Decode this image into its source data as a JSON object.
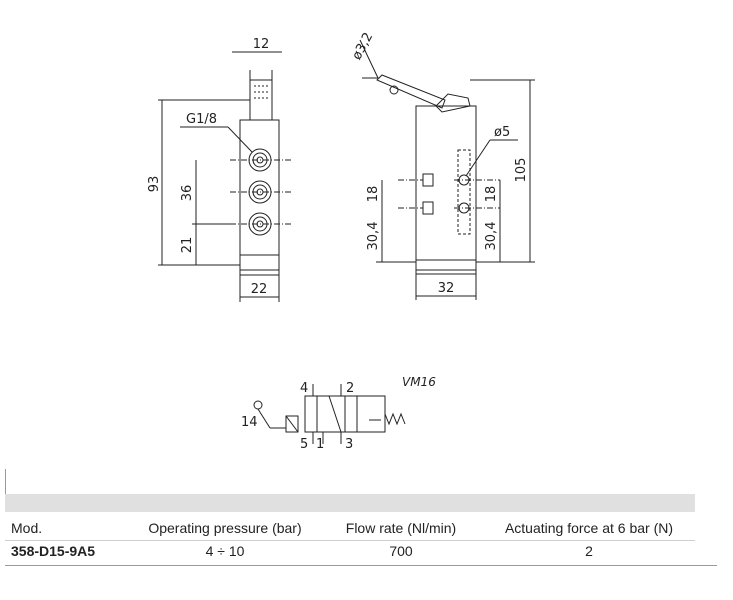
{
  "drawing": {
    "front_dims": {
      "top_width": "12",
      "port_thread": "G1/8",
      "total_height": "93",
      "port_spacing": "36",
      "bottom_offset": "21",
      "body_width": "22"
    },
    "side_dims": {
      "lever_diameter": "ø3,2",
      "mount_hole": "ø5",
      "total_height": "105",
      "spacing_left": "18",
      "bottom_left": "30,4",
      "spacing_right": "18",
      "bottom_right": "30,4",
      "body_depth": "32"
    },
    "symbol": {
      "code": "VM16",
      "port_4": "4",
      "port_2": "2",
      "port_14": "14",
      "port_5": "5",
      "port_1": "1",
      "port_3": "3"
    }
  },
  "table": {
    "headers": [
      "Mod.",
      "Operating pressure (bar)",
      "Flow rate (Nl/min)",
      "Actuating force at 6 bar (N)"
    ],
    "rows": [
      {
        "model": "358-D15-9A5",
        "pressure": "4 ÷ 10",
        "flow": "700",
        "force": "2"
      }
    ]
  }
}
